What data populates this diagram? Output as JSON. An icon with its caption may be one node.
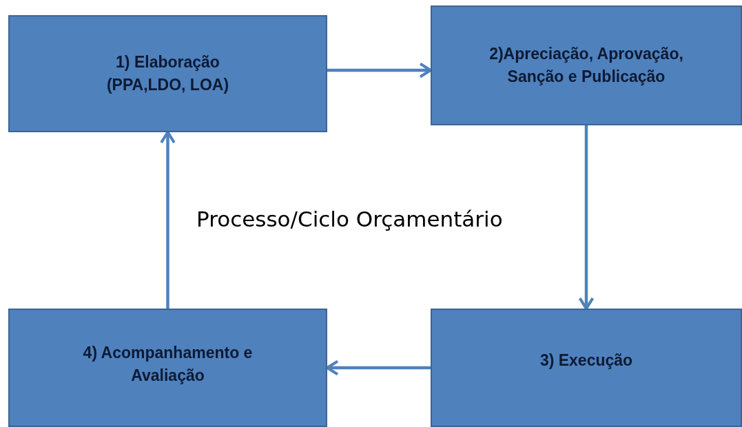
{
  "diagram": {
    "title": "Processo/Ciclo Orçamentário",
    "nodes": [
      {
        "text": [
          "1) Elaboração (PPA,LDO, LOA)"
        ]
      },
      {
        "text": [
          "2)Apreciação, Aprovação, Sanção e Publicação"
        ]
      },
      {
        "text": [
          "3) Execução"
        ]
      },
      {
        "text": [
          "4) Acompanhamento e Avaliação"
        ]
      }
    ],
    "edges": [
      {
        "from": 0,
        "to": 1,
        "arrow": "to"
      },
      {
        "from": 1,
        "to": 2,
        "arrow": "to"
      },
      {
        "from": 2,
        "to": 3,
        "arrow": "to"
      },
      {
        "from": 3,
        "to": 0,
        "arrow": "to"
      }
    ]
  }
}
